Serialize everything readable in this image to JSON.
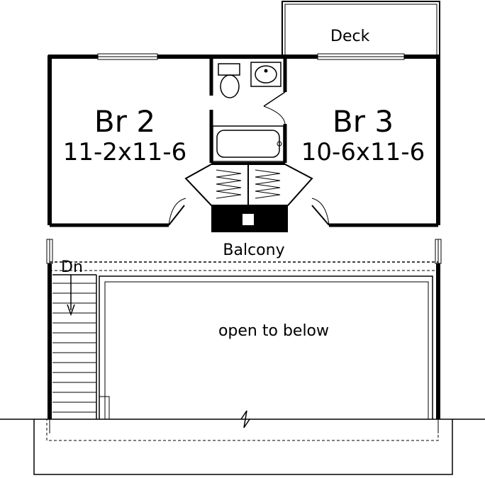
{
  "plan": {
    "rooms": [
      {
        "id": "br2",
        "name": "Br 2",
        "dimensions": "11-2x11-6"
      },
      {
        "id": "br3",
        "name": "Br 3",
        "dimensions": "10-6x11-6"
      }
    ],
    "labels": {
      "deck": "Deck",
      "balcony": "Balcony",
      "stair": "Dn",
      "open": "open to below"
    }
  }
}
